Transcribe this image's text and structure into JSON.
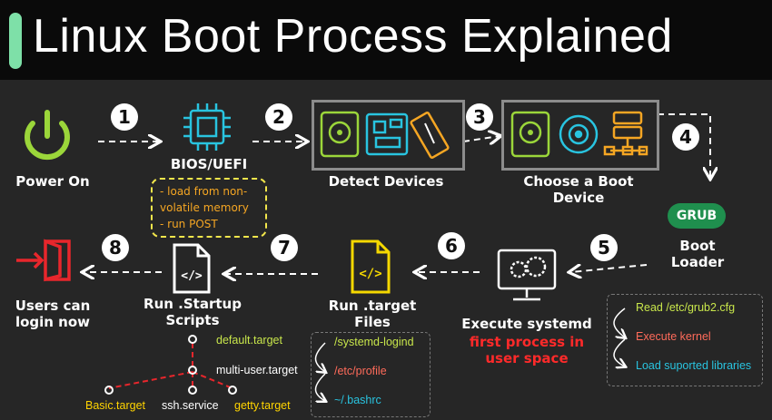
{
  "title": "Linux Boot Process Explained",
  "colors": {
    "accent_bar": "#7ee0a8",
    "icon_green": "#9bd63a",
    "icon_cyan": "#29c4e0",
    "icon_yellow": "#f5d800",
    "icon_red": "#e8262c",
    "note_orange": "#f5a623",
    "note_border": "#f2e64b",
    "grub_green": "#1f8f4e",
    "first_process_red": "#ff2a2a"
  },
  "steps": [
    {
      "number": "1",
      "icon": "power-icon"
    },
    {
      "number": "2",
      "icon": "chip-icon"
    },
    {
      "number": "3",
      "icon": "devices-icon"
    },
    {
      "number": "4",
      "icon": "boot-media-icon"
    },
    {
      "number": "5",
      "icon": "grub-icon"
    },
    {
      "number": "6",
      "icon": "monitor-gears-icon"
    },
    {
      "number": "7",
      "icon": "target-file-icon"
    },
    {
      "number": "8",
      "icon": "script-file-icon"
    }
  ],
  "nodes": {
    "power_on": "Power On",
    "bios": "BIOS/UEFI",
    "bios_notes": [
      "- load from non-",
      "volatile memory",
      "- run POST"
    ],
    "detect": "Detect Devices",
    "choose": [
      "Choose a Boot",
      "Device"
    ],
    "grub_badge": "GRUB",
    "boot_loader": [
      "Boot",
      "Loader"
    ],
    "systemd": "Execute systemd",
    "systemd_sub": [
      "first process in",
      "user space"
    ],
    "target_files": [
      "Run .target",
      "Files"
    ],
    "startup": [
      "Run .Startup",
      "Scripts"
    ],
    "users": [
      "Users can",
      "login now"
    ]
  },
  "grub_steps": [
    {
      "text": "Read /etc/grub2.cfg",
      "color": "#c8e64b"
    },
    {
      "text": "Execute kernel",
      "color": "#ff6b5a"
    },
    {
      "text": "Load suported libraries",
      "color": "#29c4e0"
    }
  ],
  "target_steps": [
    {
      "text": "/systemd-logind",
      "color": "#c8e64b"
    },
    {
      "text": "/etc/profile",
      "color": "#ff6b5a"
    },
    {
      "text": "~/.bashrc",
      "color": "#29c4e0"
    }
  ],
  "tree": {
    "default": "default.target",
    "multi": "multi-user.target",
    "basic": "Basic.target",
    "ssh": "ssh.service",
    "getty": "getty.target",
    "colors": {
      "default": "#c8e64b",
      "multi": "#ffffff",
      "basic": "#ffd400",
      "ssh": "#ffffff",
      "getty": "#ffd400",
      "edges": "#e8262c"
    }
  }
}
